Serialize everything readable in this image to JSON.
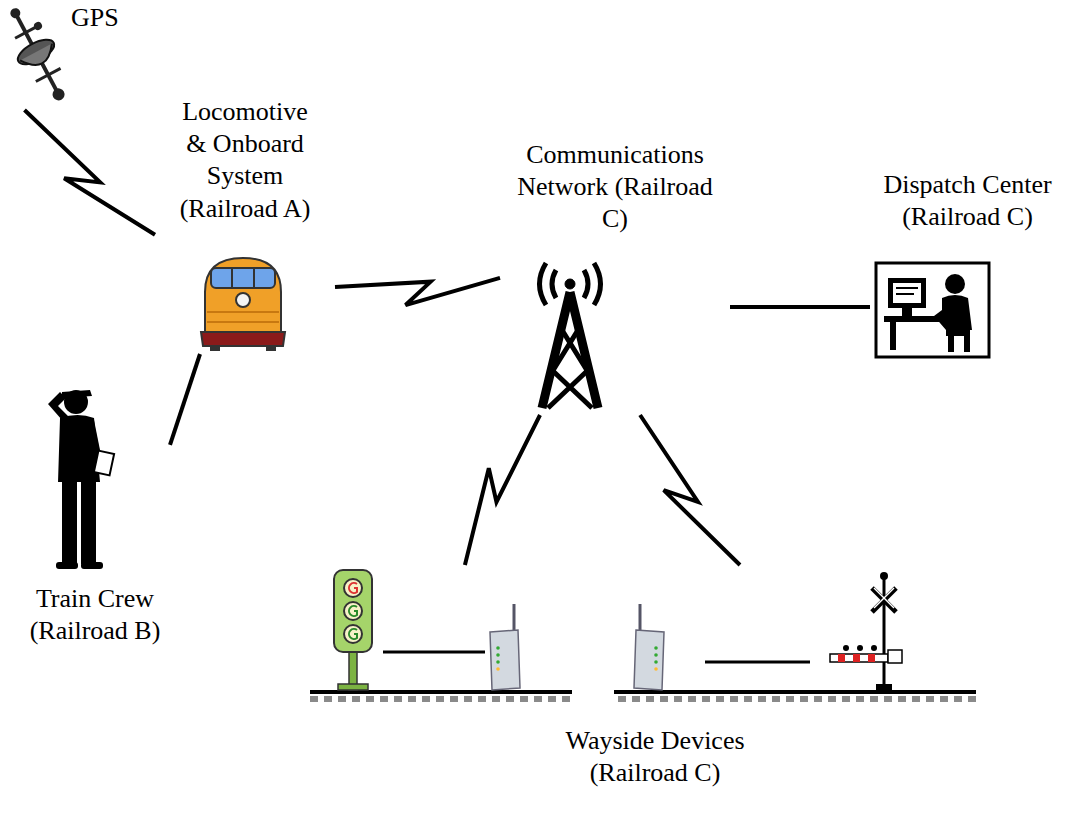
{
  "diagram": {
    "nodes": [
      {
        "text": [
          "GPS"
        ]
      },
      {
        "text": [
          "Locomotive & Onboard System (Railroad A)"
        ]
      },
      {
        "text": [
          "Communications Network (Railroad C)"
        ]
      },
      {
        "text": [
          "Dispatch Center (Railroad C)"
        ]
      },
      {
        "text": [
          "Train Crew (Railroad B)"
        ]
      },
      {
        "text": [
          "Wayside Devices (Railroad C)"
        ]
      }
    ],
    "edges": [
      {
        "from": 0,
        "to": 1,
        "arrow": "none"
      },
      {
        "from": 1,
        "to": 2,
        "arrow": "none"
      },
      {
        "from": 2,
        "to": 3,
        "arrow": "none"
      },
      {
        "from": 1,
        "to": 4,
        "arrow": "none"
      },
      {
        "from": 2,
        "to": 5,
        "arrow": "none"
      },
      {
        "from": 2,
        "to": 5,
        "arrow": "none"
      }
    ]
  }
}
